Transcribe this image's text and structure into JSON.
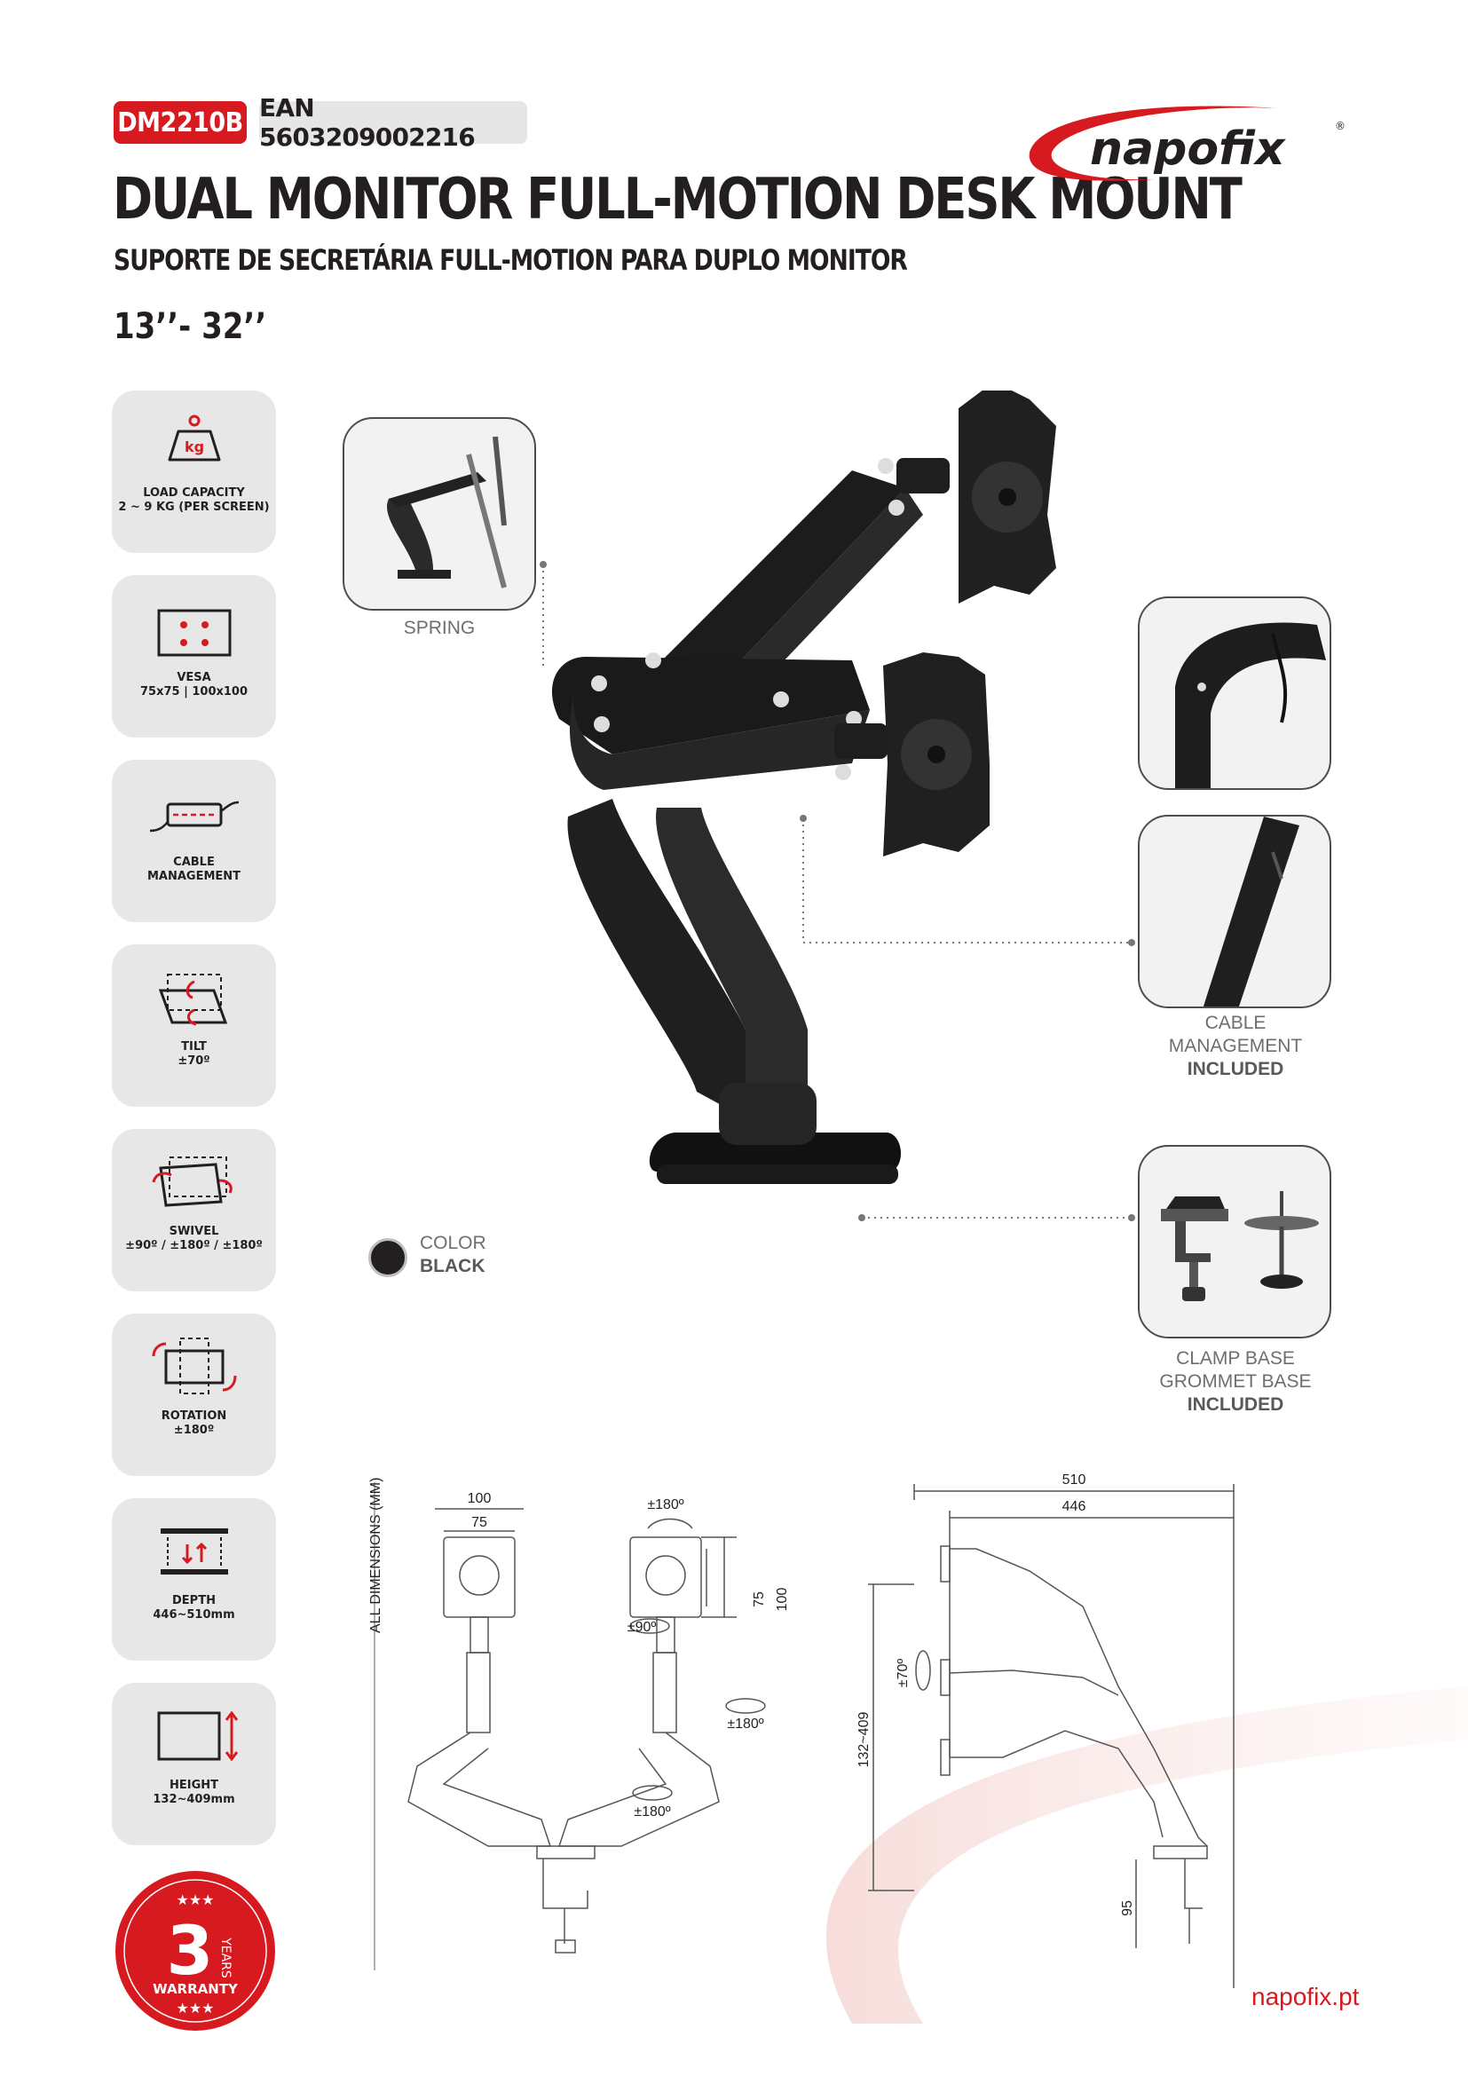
{
  "header": {
    "model": "DM2210B",
    "ean": "EAN 5603209002216",
    "title": "DUAL MONITOR FULL-MOTION DESK MOUNT",
    "subtitle": "SUPORTE DE SECRETÁRIA FULL-MOTION PARA DUPLO MONITOR",
    "size_range": "13’’- 32’’",
    "brand": "napofix",
    "brand_mark": "®"
  },
  "features": [
    {
      "icon": "weight-icon",
      "line1": "LOAD CAPACITY",
      "line2": "2 ~ 9 KG (PER SCREEN)",
      "icon_text": "kg"
    },
    {
      "icon": "vesa-icon",
      "line1": "VESA",
      "line2": "75x75 | 100x100"
    },
    {
      "icon": "cable-icon",
      "line1": "CABLE",
      "line2": "MANAGEMENT"
    },
    {
      "icon": "tilt-icon",
      "line1": "TILT",
      "line2": "±70º"
    },
    {
      "icon": "swivel-icon",
      "line1": "SWIVEL",
      "line2": "±90º / ±180º / ±180º"
    },
    {
      "icon": "rotation-icon",
      "line1": "ROTATION",
      "line2": "±180º"
    },
    {
      "icon": "depth-icon",
      "line1": "DEPTH",
      "line2": "446~510mm"
    },
    {
      "icon": "height-icon",
      "line1": "HEIGHT",
      "line2": "132~409mm"
    }
  ],
  "warranty": {
    "number": "3",
    "years": "YEARS",
    "label": "WARRANTY"
  },
  "callouts": {
    "spring": "SPRING",
    "cable_line1": "CABLE",
    "cable_line2": "MANAGEMENT",
    "cable_line3": "INCLUDED",
    "base_line1": "CLAMP BASE",
    "base_line2": "GROMMET BASE",
    "base_line3": "INCLUDED"
  },
  "color": {
    "label": "COLOR",
    "value": "BLACK",
    "swatch": "#231f20"
  },
  "dimensions": {
    "axis_label": "ALL DIMENSIONS (MM)",
    "vesa_outer": "100",
    "vesa_inner": "75",
    "vesa_side_inner": "75",
    "vesa_side_outer": "100",
    "swivel_top": "±180º",
    "swivel_90": "±90º",
    "swivel_mid": "±180º",
    "swivel_base": "±180º",
    "depth_max": "510",
    "depth_min": "446",
    "height_range": "132~409",
    "tilt": "±70º",
    "clamp_height": "95"
  },
  "footer": {
    "website": "napofix.pt"
  },
  "colors": {
    "brand_red": "#d71920",
    "card_gray": "#e7e7e7",
    "ink": "#231f20"
  }
}
